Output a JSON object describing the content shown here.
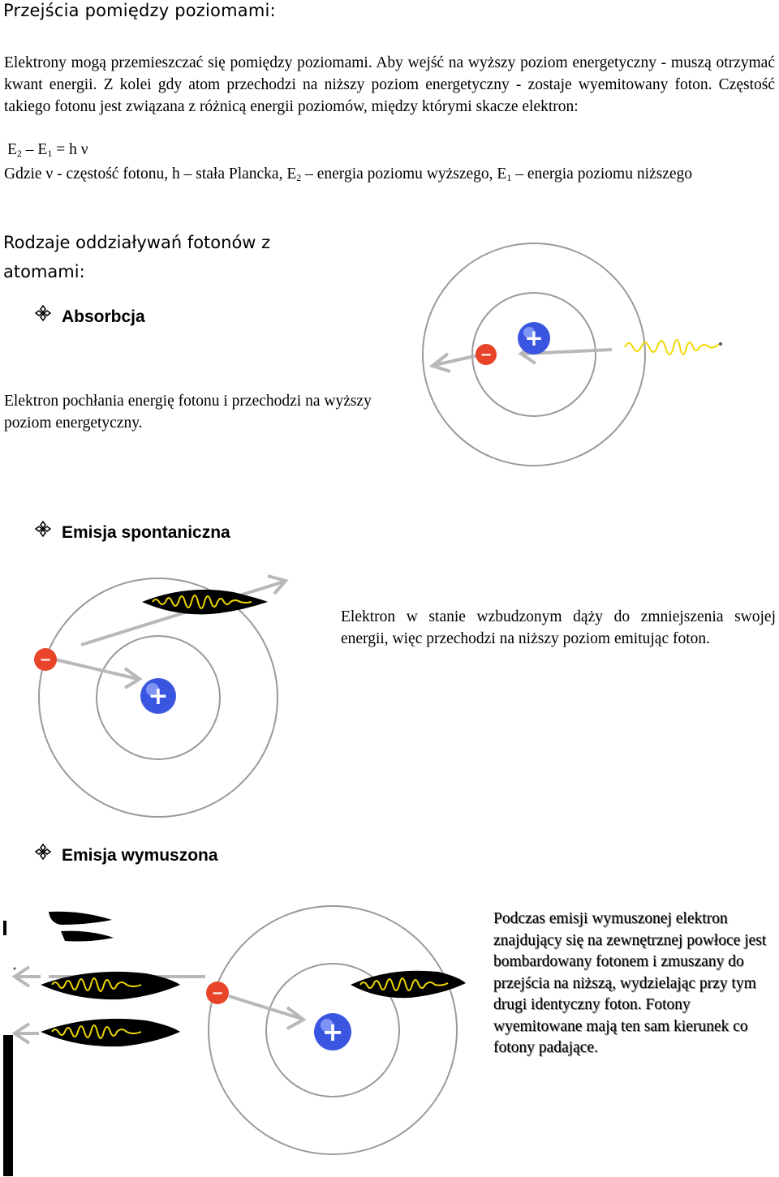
{
  "title": "Przejścia pomiędzy poziomami:",
  "intro": "Elektrony mogą przemieszczać się pomiędzy poziomami. Aby wejść na wyższy poziom energetyczny - muszą otrzymać kwant energii. Z kolei gdy atom przechodzi na niższy poziom energetyczny - zostaje wyemitowany foton. Częstość takiego fotonu jest związana z różnicą energii poziomów, między którymi skacze elektron:",
  "formula": {
    "e2": "E",
    "e2_sub": "2",
    "dash": " – ",
    "e1": "E",
    "e1_sub": "1",
    "rest": " = h ν"
  },
  "where": {
    "part1": "Gdzie ν - częstość fotonu, h – stała Plancka, E",
    "sub1": "2",
    "part2": " – energia poziomu wyższego, E",
    "sub2": "1",
    "part3": " – energia poziomu niższego"
  },
  "interactions_heading": "Rodzaje oddziaływań fotonów z atomami:",
  "bullet_icon": "diamond-bullet-icon",
  "absorption": {
    "label": "Absorbcja",
    "description": "Elektron pochłania energię fotonu i przechodzi na wyższy poziom energetyczny."
  },
  "spontaneous": {
    "label": "Emisja spontaniczna",
    "description": "Elektron w stanie wzbudzonym dąży do zmniejszenia swojej energii, więc przechodzi na niższy poziom emitując foton."
  },
  "stimulated": {
    "label": "Emisja wymuszona",
    "description": "Podczas emisji wymuszonej elektron znajdujący się na zewnętrznej powłoce jest bombardowany fotonem i zmuszany do przejścia na niższą, wydzielając przy tym drugi identyczny foton. Fotony wyemitowane mają ten sam kierunek co fotony padające."
  },
  "symbols": {
    "nucleus": "+",
    "electron": "−"
  },
  "colors": {
    "nucleus": "#3a55e0",
    "electron": "#e8442a",
    "photon_wave": "#f0d800",
    "photon_body": "#000000",
    "orbit": "#9a9a9a",
    "arrow": "#b8b8b8"
  }
}
